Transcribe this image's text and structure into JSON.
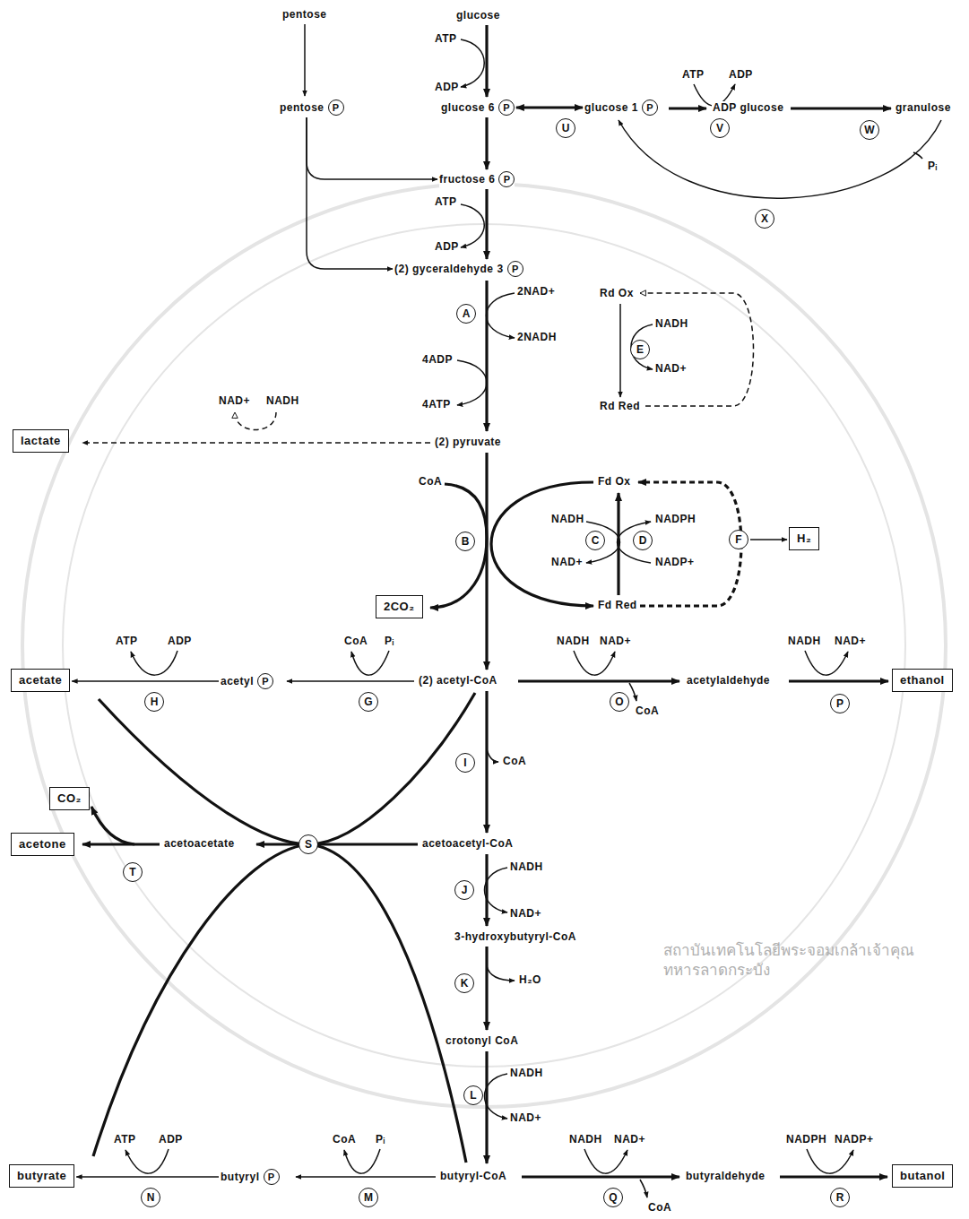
{
  "diagram": {
    "nodes": [
      {
        "text": [
          "pentose",
          "P"
        ]
      },
      {
        "text": [
          "glucose 6",
          "P"
        ]
      },
      {
        "text": [
          "U"
        ]
      },
      {
        "text": [
          "glucose 1",
          "P"
        ]
      },
      {
        "text": [
          "V"
        ]
      },
      {
        "text": [
          "W"
        ]
      },
      {
        "text": [
          "fructose 6",
          "P"
        ]
      },
      {
        "text": [
          "X"
        ]
      },
      {
        "text": [
          "(2) gyceraldehyde 3",
          "P"
        ]
      },
      {
        "text": [
          "A"
        ]
      },
      {
        "text": [
          "E"
        ]
      },
      {
        "text": [
          "lactate"
        ]
      },
      {
        "text": [
          "B"
        ]
      },
      {
        "text": [
          "C"
        ]
      },
      {
        "text": [
          "D"
        ]
      },
      {
        "text": [
          "H₂"
        ]
      },
      {
        "text": [
          "F"
        ]
      },
      {
        "text": [
          "2CO₂"
        ]
      },
      {
        "text": [
          "acetate"
        ]
      },
      {
        "text": [
          "acetyl",
          "P"
        ]
      },
      {
        "text": [
          "ethanol"
        ]
      },
      {
        "text": [
          "H"
        ]
      },
      {
        "text": [
          "G"
        ]
      },
      {
        "text": [
          "O"
        ]
      },
      {
        "text": [
          "P"
        ]
      },
      {
        "text": [
          "I"
        ]
      },
      {
        "text": [
          "CO₂"
        ]
      },
      {
        "text": [
          "acetone"
        ]
      },
      {
        "text": [
          "S"
        ]
      },
      {
        "text": [
          "T"
        ]
      },
      {
        "text": [
          "J"
        ]
      },
      {
        "text": [
          "K"
        ]
      },
      {
        "text": [
          "L"
        ]
      },
      {
        "text": [
          "butyrate"
        ]
      },
      {
        "text": [
          "butyryl",
          "P"
        ]
      },
      {
        "text": [
          "butanol"
        ]
      },
      {
        "text": [
          "N"
        ]
      },
      {
        "text": [
          "M"
        ]
      },
      {
        "text": [
          "Q"
        ]
      },
      {
        "text": [
          "R"
        ]
      }
    ],
    "edges": [
      {
        "from": 1,
        "to": 3,
        "arrow": "both"
      },
      {
        "from": 1,
        "to": 6,
        "arrow": "to"
      },
      {
        "from": 6,
        "to": 8,
        "arrow": "to"
      },
      {
        "from": 0,
        "to": 6,
        "arrow": "to"
      },
      {
        "from": 0,
        "to": 8,
        "arrow": "to"
      },
      {
        "from": 16,
        "to": 15,
        "arrow": "to"
      },
      {
        "from": 19,
        "to": 18,
        "arrow": "to"
      },
      {
        "from": 34,
        "to": 33,
        "arrow": "to"
      }
    ],
    "labels": [
      "pentose",
      "glucose",
      "ATP",
      "ADP",
      "ATP",
      "ADP",
      "ADP glucose",
      "granulose",
      "Pᵢ",
      "ATP",
      "ADP",
      "2NAD+",
      "Rd Ox",
      "NADH",
      "2NADH",
      "4ADP",
      "NAD+",
      "NAD+",
      "NADH",
      "4ATP",
      "Rd Red",
      "(2) pyruvate",
      "CoA",
      "Fd Ox",
      "NADH",
      "NADPH",
      "NAD+",
      "NADP+",
      "Fd Red",
      "ATP",
      "ADP",
      "CoA",
      "Pᵢ",
      "NADH",
      "NAD+",
      "NADH",
      "NAD+",
      "(2) acetyl-CoA",
      "acetylaldehyde",
      "CoA",
      "CoA",
      "acetoacetate",
      "acetoacetyl-CoA",
      "NADH",
      "NAD+",
      "3-hydroxybutyryl-CoA",
      "H₂O",
      "crotonyl CoA",
      "NADH",
      "NAD+",
      "ATP",
      "ADP",
      "CoA",
      "Pᵢ",
      "NADH",
      "NAD+",
      "NADPH",
      "NADP+",
      "butyryl-CoA",
      "butyraldehyde",
      "CoA",
      "สถาบันเทคโนโลยีพระจอมเกล้าเจ้าคุณทหารลาดกระบัง"
    ]
  }
}
